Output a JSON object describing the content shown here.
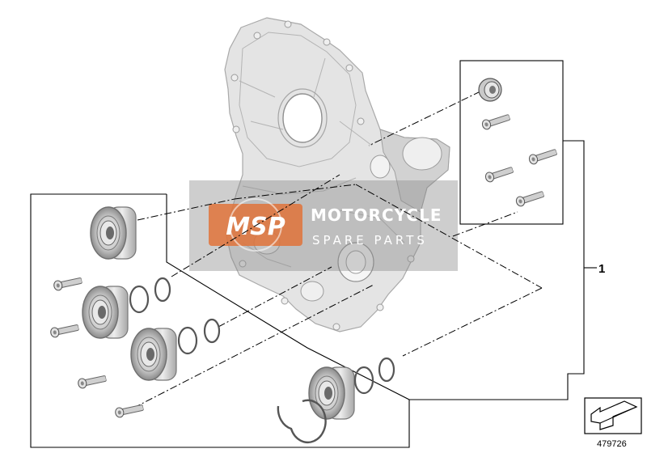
{
  "diagram": {
    "callout_label": "1",
    "document_number": "479726",
    "watermark": {
      "logo_text": "MSP",
      "title": "MOTORCYCLE",
      "subtitle": "SPARE PARTS"
    }
  }
}
